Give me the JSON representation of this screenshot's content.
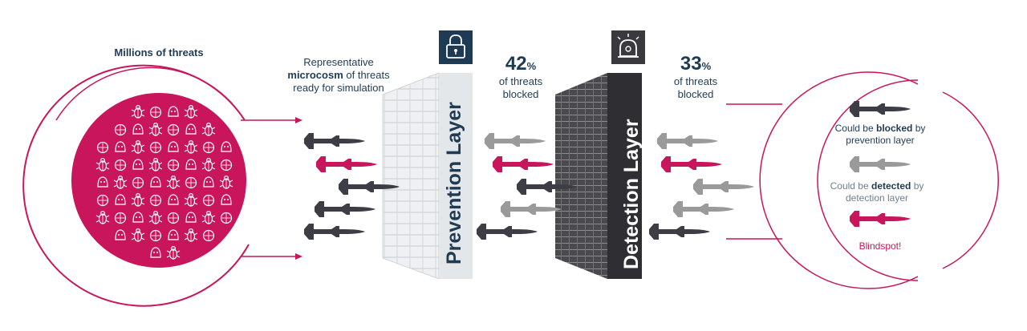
{
  "labels": {
    "title": "Millions of threats",
    "representative_pre": "Representative",
    "representative_bold": "microcosm",
    "representative_post": "of threats ready for simulation",
    "prevention_layer": "Prevention Layer",
    "detection_layer": "Detection Layer"
  },
  "stats": {
    "prevention": {
      "value": "42",
      "unit": "%",
      "caption": "of threats blocked"
    },
    "detection": {
      "value": "33",
      "unit": "%",
      "caption": "of threats blocked"
    }
  },
  "legend": {
    "blocked_pre": "Could be",
    "blocked_bold": "blocked",
    "blocked_mid": "by",
    "blocked_post": "prevention layer",
    "detected_pre": "Could be",
    "detected_bold": "detected",
    "detected_mid": "by",
    "detected_post": "detection layer",
    "blindspot": "Blindspot!"
  },
  "colors": {
    "accent": "#c8155c",
    "navy": "#1f3b53",
    "dark_missile": "#3d3d45",
    "grey_missile": "#9a9a9a"
  },
  "icons": [
    "lock-icon",
    "alarm-bell-icon",
    "bug-icon",
    "missile-icon"
  ]
}
